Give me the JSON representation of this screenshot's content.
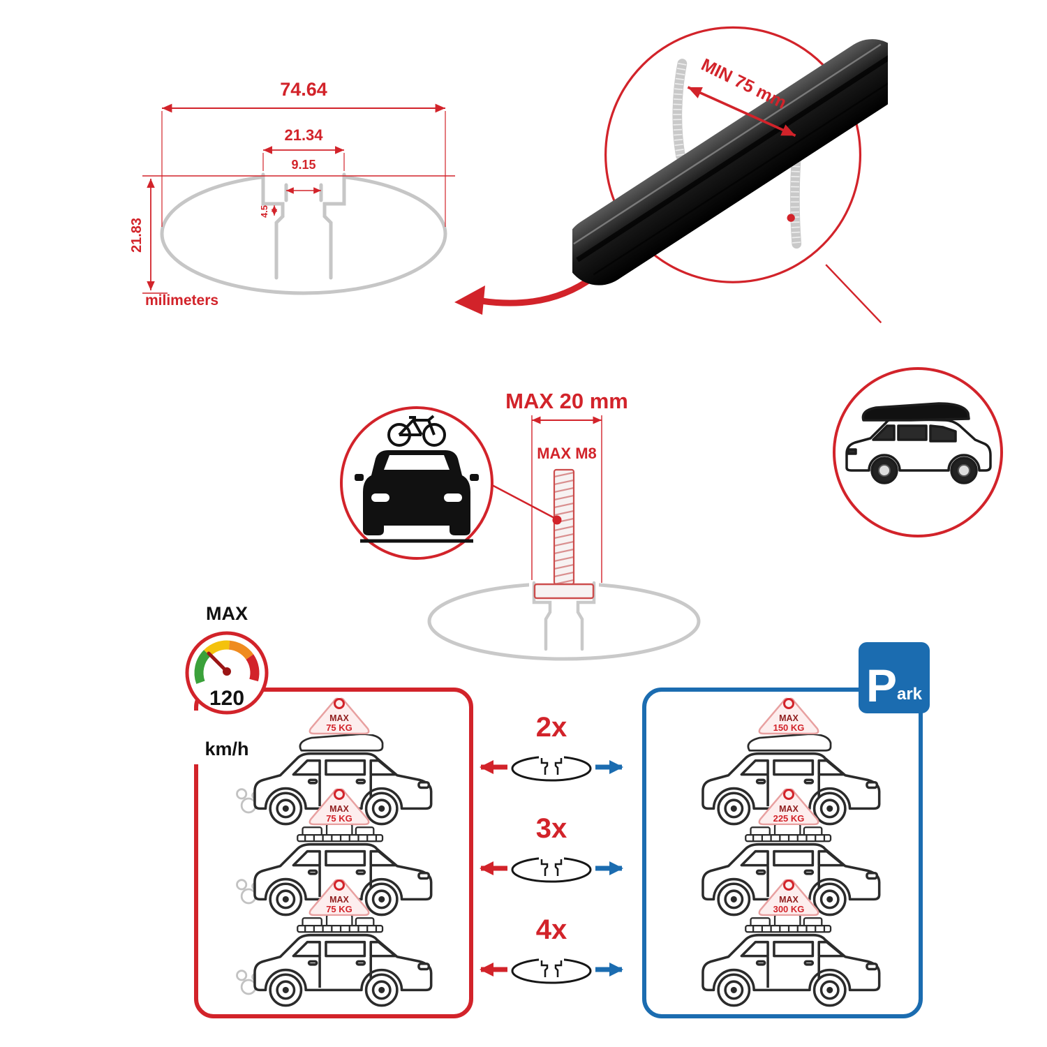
{
  "colors": {
    "red": "#d2232a",
    "blue": "#1b6cb0",
    "gray": "#c9c9c9",
    "ink": "#1a1a1a"
  },
  "dimension_diagram": {
    "total_width": "74.64",
    "opening_width": "21.34",
    "inner_width": "9.15",
    "lip_height": "4.5",
    "total_height": "21.83",
    "units_label": "milimeters"
  },
  "crossbar_detail": {
    "min_span_label": "MIN 75 mm"
  },
  "bolt_diagram": {
    "max_width_label": "MAX 20 mm",
    "max_thread_label": "MAX M8"
  },
  "speed_limit": {
    "label": "MAX",
    "value": "120",
    "units": "km/h"
  },
  "driving_loads": [
    {
      "label": "MAX",
      "weight": "75 KG"
    },
    {
      "label": "MAX",
      "weight": "75 KG"
    },
    {
      "label": "MAX",
      "weight": "75 KG"
    }
  ],
  "bar_counts": [
    "2x",
    "3x",
    "4x"
  ],
  "parking": {
    "sign_letter": "P",
    "sign_suffix": "ark",
    "loads": [
      {
        "label": "MAX",
        "weight": "150 KG"
      },
      {
        "label": "MAX",
        "weight": "225 KG"
      },
      {
        "label": "MAX",
        "weight": "300 KG"
      }
    ]
  }
}
